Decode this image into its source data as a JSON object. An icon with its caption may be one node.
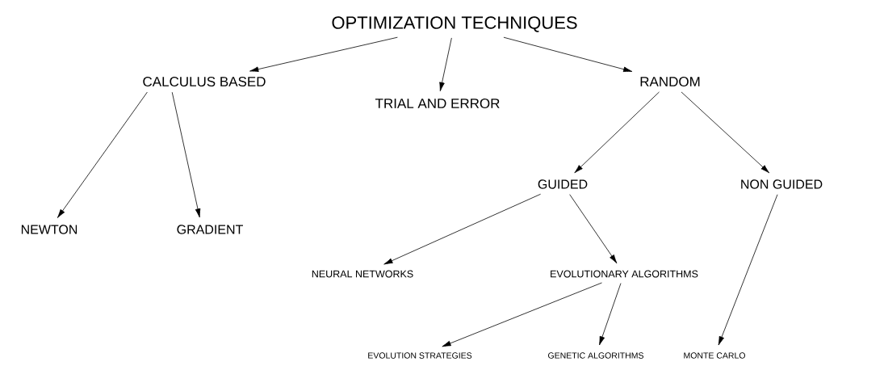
{
  "diagram": {
    "nodes": [
      {
        "text": [
          "OPTIMIZATION  TECHNIQUES"
        ]
      },
      {
        "text": [
          "CALCULUS BASED"
        ]
      },
      {
        "text": [
          "TRIAL AND ERROR"
        ]
      },
      {
        "text": [
          "RANDOM"
        ]
      },
      {
        "text": [
          "NEWTON"
        ]
      },
      {
        "text": [
          "GRADIENT"
        ]
      },
      {
        "text": [
          "GUIDED"
        ]
      },
      {
        "text": [
          "NON GUIDED"
        ]
      },
      {
        "text": [
          "NEURAL NETWORKS"
        ]
      },
      {
        "text": [
          "EVOLUTIONARY ALGORITHMS"
        ]
      },
      {
        "text": [
          "EVOLUTION STRATEGIES"
        ]
      },
      {
        "text": [
          "GENETIC ALGORITHMS"
        ]
      },
      {
        "text": [
          "MONTE CARLO"
        ]
      }
    ],
    "edges": [
      {
        "from": 0,
        "to": 1,
        "arrow": "to"
      },
      {
        "from": 0,
        "to": 2,
        "arrow": "to"
      },
      {
        "from": 0,
        "to": 3,
        "arrow": "to"
      },
      {
        "from": 1,
        "to": 4,
        "arrow": "to"
      },
      {
        "from": 1,
        "to": 5,
        "arrow": "to"
      },
      {
        "from": 3,
        "to": 6,
        "arrow": "to"
      },
      {
        "from": 3,
        "to": 7,
        "arrow": "to"
      },
      {
        "from": 6,
        "to": 8,
        "arrow": "to"
      },
      {
        "from": 6,
        "to": 9,
        "arrow": "to"
      },
      {
        "from": 7,
        "to": 12,
        "arrow": "to"
      },
      {
        "from": 9,
        "to": 10,
        "arrow": "to"
      },
      {
        "from": 9,
        "to": 11,
        "arrow": "to"
      }
    ]
  }
}
